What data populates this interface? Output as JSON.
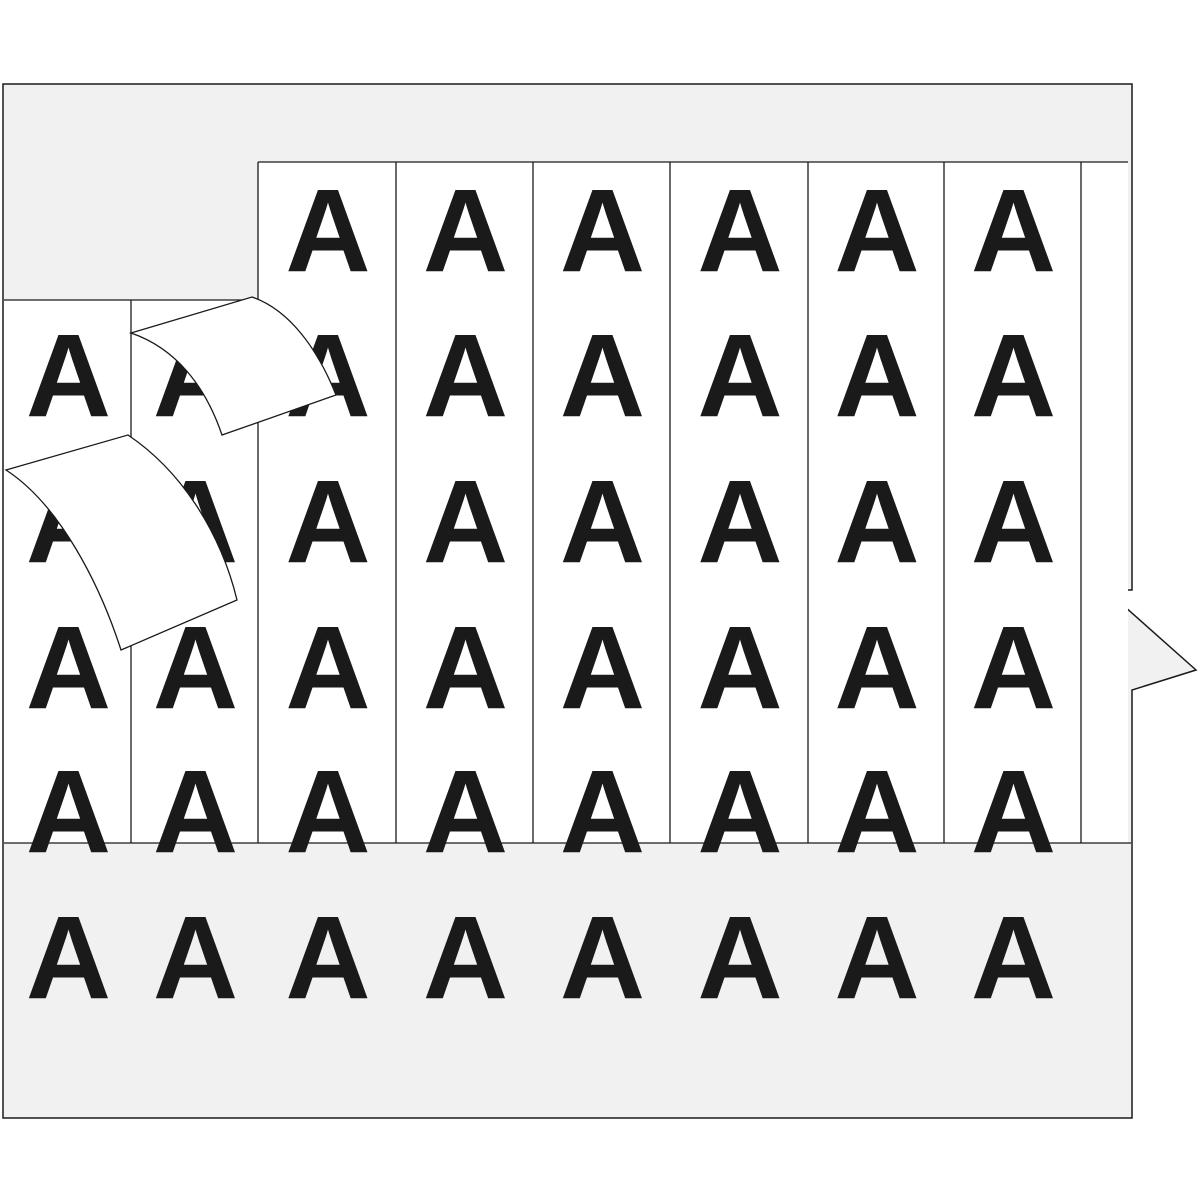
{
  "marker_character": "A",
  "colors": {
    "liner": "#f1f1f1",
    "label": "#ffffff",
    "outline": "#1a1a1a",
    "text": "#1a1a1a"
  },
  "grid": {
    "rows": 6,
    "columns": 8,
    "full_height_columns": 6,
    "peeled_columns": 2,
    "peeled_rows_removed": 1
  }
}
